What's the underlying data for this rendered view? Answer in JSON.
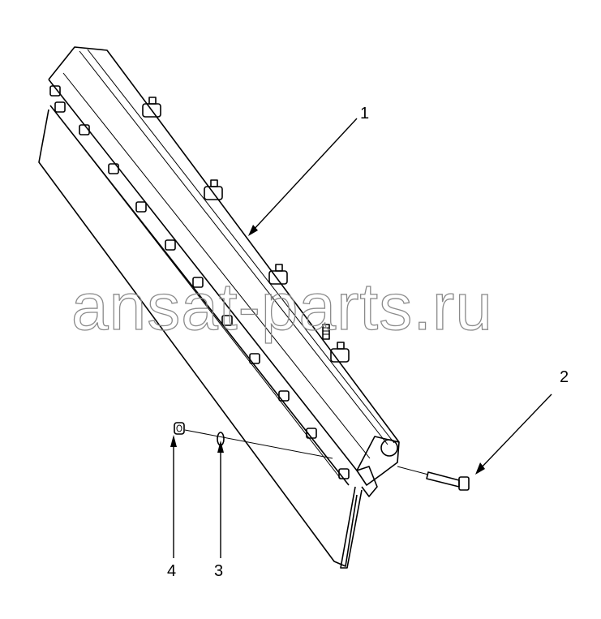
{
  "watermark": "ansat-parts.ru",
  "callouts": {
    "c1": "1",
    "c2": "2",
    "c3": "3",
    "c4": "4"
  }
}
